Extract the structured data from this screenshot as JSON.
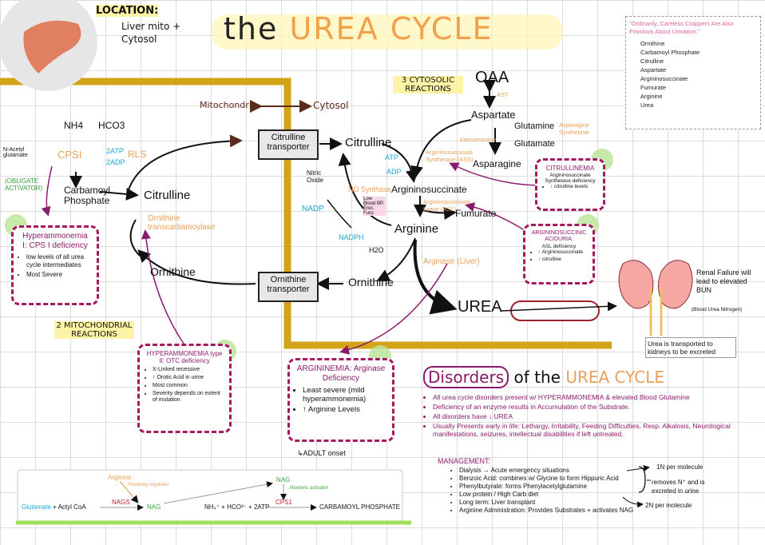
{
  "location": {
    "label": "LOCATION:",
    "line1": "Liver mito +",
    "line2": "Cytosol"
  },
  "title": {
    "prefix": "the",
    "main": "UREA CYCLE"
  },
  "mnemonic": {
    "header": "\"Ordinarily, Careless Crappers Are Also Frivolous About Urination.\"",
    "items": [
      "Ornithine",
      "Carbamoyl Phosphate",
      "Citrulline",
      "Aspartate",
      "Argininosuccinate",
      "Fumurate",
      "Arginine",
      "Urea"
    ]
  },
  "compartments": {
    "mito": "Mitochondria",
    "cyto": "Cytosol"
  },
  "reactions": {
    "cyto": "3 CYTOSOLIC REACTIONS",
    "mito": "2 MITOCHONDRIAL REACTIONS"
  },
  "molecules": {
    "nh4": "NH4",
    "hco3": "HCO3",
    "nag": "N-Acetyl glutamate",
    "cps1": "CPSI",
    "atp2": "2ATP",
    "adp2": "2ADP",
    "rls": "RLS",
    "obligate": "(OBLIGATE ACTIVATOR)",
    "carbamoyl": "Carbamoyl Phosphate",
    "citrulline_m": "Citrulline",
    "otc": "Ornithine transcarbamoylase",
    "ornithine_m": "Ornithine",
    "citrulline_c": "Citrulline",
    "atp": "ATP",
    "adp": "ADP",
    "ass": "Argininosuccinate Synthetase (ASS)",
    "argsucc": "Argininosuccinate",
    "asl": "Argininosuccinate Lyase (ASL)",
    "fumurate": "Fumurate",
    "arginine": "Arginine",
    "nitric": "Nitric Oxide",
    "nos": "NO Synthase",
    "nos_note": "Low Blood BP, Erec. Func",
    "nadp": "NADP",
    "nadph": "NADPH",
    "h2o": "H2O",
    "arginase": "Arginase (Liver)",
    "ornithine_c": "Ornithine",
    "urea": "UREA",
    "oaa": "OAA",
    "ast": "AST",
    "aspartate": "Aspartate",
    "glutamine": "Glutamine",
    "glutamate": "Glutamate",
    "asparagine": "Asparagine",
    "asparagine_synth": "Asparagine Synthetase",
    "transaminase": "transaminase"
  },
  "transporters": {
    "citrulline": "Citrulline transporter",
    "ornithine": "Ornithine transporter"
  },
  "deficiencies": {
    "cps": {
      "title": "Hyperammonemia I: CPS I deficiency",
      "items": [
        "low levels of all urea cycle intermediates",
        "Most Severe"
      ]
    },
    "otc": {
      "title": "HYPERAMMONEMIA type II: OTC deficiency",
      "items": [
        "X-Linked recessive",
        "↑ Orotic Acid in urine",
        "Most common",
        "Severity depends on extent of mutation"
      ]
    },
    "argininemia": {
      "title": "ARGININEMIA: Arginase Deficiency",
      "items": [
        "Least severe (mild hyperammonemia)",
        "↑ Arginine Levels"
      ],
      "note": "ADULT onset"
    },
    "citrullinemia": {
      "title": "CITRULLINEMIA",
      "subtitle": "Argininosuccinate Synthetase deficiency",
      "items": [
        "↑ citrulline levels"
      ]
    },
    "asa": {
      "title": "ARGININOSUCCINIC ACIDURIA:",
      "subtitle": "ASL deficiency",
      "items": [
        "↑ Argininosuccinate",
        "↑ citrulline"
      ]
    }
  },
  "kidney": {
    "renal": "Renal Failure will lead to elevated BUN",
    "bun": "(Blood Urea Nitrogen)",
    "transport": "Urea is transported to kidneys to be excreted"
  },
  "disorders": {
    "title_a": "Disorders",
    "title_b": "of the",
    "title_c": "UREA CYCLE",
    "points": [
      "All urea cycle disorders present w/ HYPERAMMONEMIA & elevated Blood Glutamine",
      "Deficiency of an enzyme results in Accumulation of the Substrate.",
      "All disorders have ↓ UREA",
      "Usually Presents early in life: Lethargy, Irritability, Feeding Difficulties, Resp. Alkalosis, Neurological manifestations, seizures, intellectual disabilities if left untreated."
    ],
    "mgmt_label": "MANAGEMENT:",
    "mgmt": [
      "Dialysis → Acute emergency situations",
      "Benzoic Acid: combines w/ Glycine to form Hippuric Acid",
      "Phenylbutyrate: forms Phenylacetylglutamine",
      "Low protein / High Carb diet",
      "Long term: Liver transplant",
      "Arginine Administration: Provides Substrates + activates NAG"
    ],
    "note_1n": "1N per molecule",
    "note_removes": "removes N⁺ and is excreted in urine",
    "note_2n": "2N per molecule"
  },
  "bottom": {
    "arginine": "Arginine",
    "pos_reg": "Positively regulates",
    "nag_top": "NAG",
    "allosteric": "Allosteric activator",
    "glutamate": "Glutamate",
    "acetyl": "+ Actyl CoA",
    "nags": "NAGS",
    "nag": "NAG",
    "reactants": "NH₄⁺ + HCO³⁻ + 2ATP",
    "cps1": "CPS1",
    "product": "CARBAMOYL PHOSPHATE"
  }
}
